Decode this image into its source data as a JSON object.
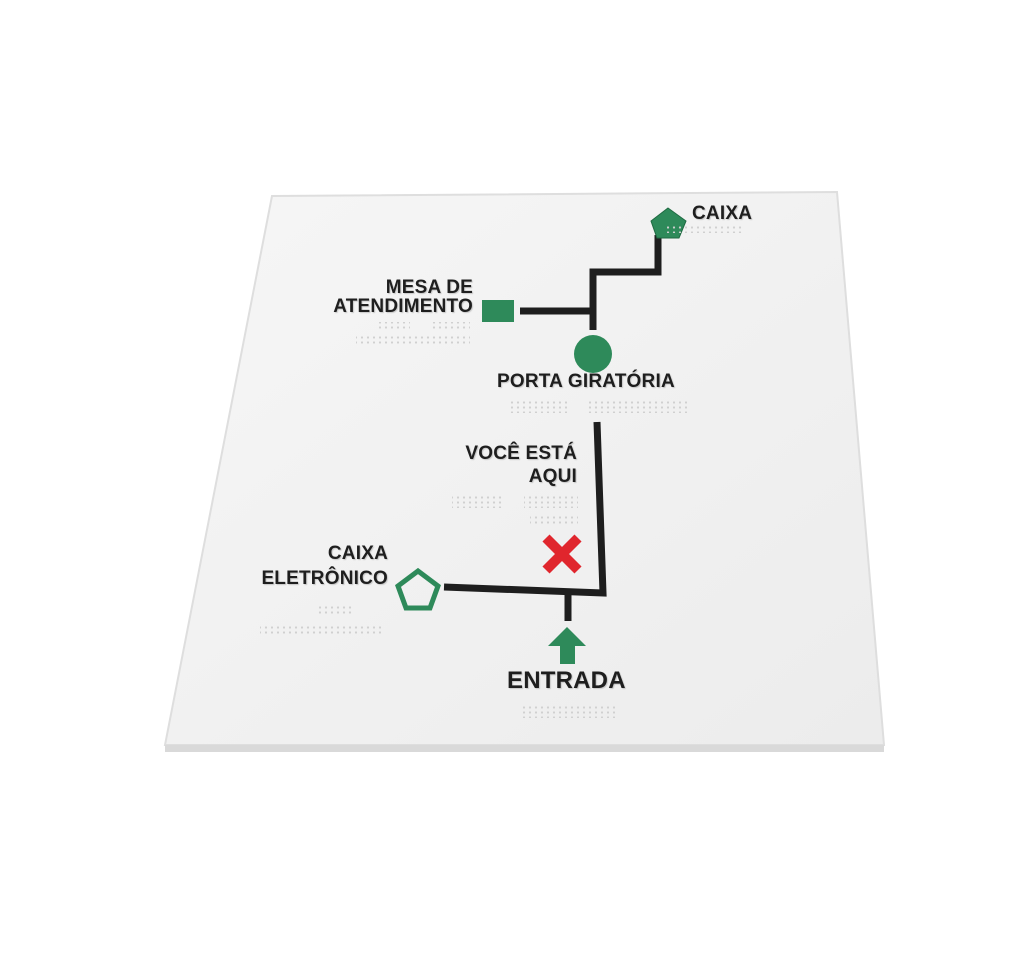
{
  "labels": {
    "caixa": "CAIXA",
    "mesa_line1": "MESA DE",
    "mesa_line2": "ATENDIMENTO",
    "porta": "PORTA GIRATÓRIA",
    "voce_line1": "VOCÊ ESTÁ",
    "voce_line2": "AQUI",
    "eletronico_line1": "CAIXA",
    "eletronico_line2": "ELETRÔNICO",
    "entrada": "ENTRADA"
  },
  "colors": {
    "green": "#2e8a5a",
    "red": "#e0262d",
    "path": "#1e1e1e",
    "plate": "#f1f1f1"
  },
  "icons": {
    "caixa": "pentagon-filled-icon",
    "mesa": "square-icon",
    "porta": "circle-icon",
    "voce": "x-mark-icon",
    "eletronico": "pentagon-outline-icon",
    "entrada": "arrow-up-icon"
  }
}
